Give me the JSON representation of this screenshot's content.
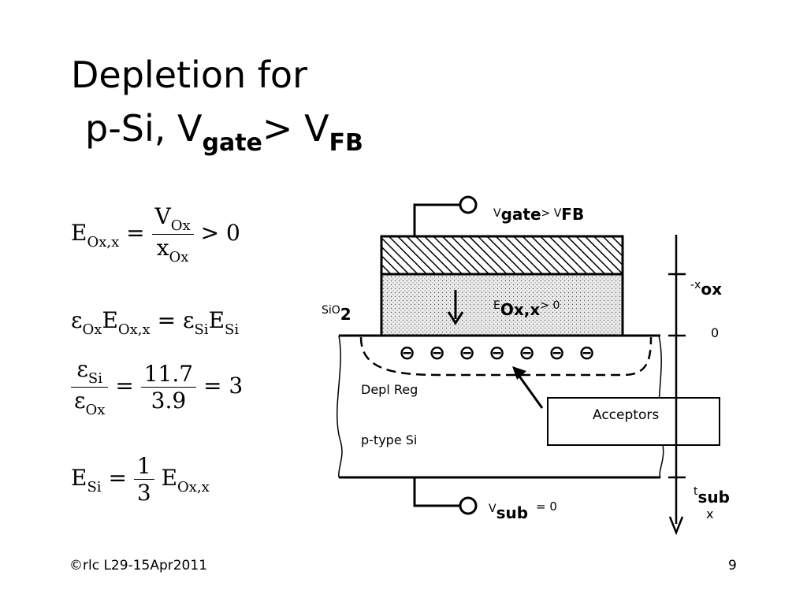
{
  "title": {
    "line1": "Depletion for",
    "line2_prefix": "p-Si, V",
    "line2_sub1": "gate",
    "line2_mid": "> V",
    "line2_sub2": "FB"
  },
  "equations": {
    "eq1": {
      "lhs": "E",
      "lhs_sub": "Ox,x",
      "equals": "=",
      "num": "V",
      "num_sub": "Ox",
      "den": "x",
      "den_sub": "Ox",
      "rhs": "> 0"
    },
    "eq2": {
      "sym1": "ε",
      "sym1_sub": "Ox",
      "sym2": "E",
      "sym2_sub": "Ox,x",
      "equals": "=",
      "sym3": "ε",
      "sym3_sub": "Si",
      "sym4": "E",
      "sym4_sub": "Si"
    },
    "eq3": {
      "num": "ε",
      "num_sub": "Si",
      "den": "ε",
      "den_sub": "Ox",
      "equals": "=",
      "num2": "11.7",
      "den2": "3.9",
      "equals2": "=",
      "result": "3"
    },
    "eq4": {
      "lhs": "E",
      "lhs_sub": "Si",
      "equals": "=",
      "num": "1",
      "den": "3",
      "rhs": "E",
      "rhs_sub": "Ox,x"
    }
  },
  "diagram": {
    "vgate_v": "V",
    "vgate_sub": "gate",
    "vgate_mid": "> V",
    "vgate_sub2": "FB",
    "sio2_pre": "SiO",
    "sio2_sub": "2",
    "field_e": "E",
    "field_sub": "Ox,x",
    "field_gt": "> 0",
    "depl_reg": "Depl Reg",
    "ptype": "p-type Si",
    "acceptors": "Acceptors",
    "vsub_v": "V",
    "vsub_sub": "sub",
    "vsub_eq": "= 0",
    "axis_xox_pre": "-x",
    "axis_xox_sub": "ox",
    "axis_zero": "0",
    "axis_tsub_pre": "t",
    "axis_tsub_sub": "sub",
    "axis_x": "x",
    "ion_symbol": "⊖"
  },
  "footer": {
    "left": "©rlc L29-15Apr2011",
    "right": "9"
  }
}
